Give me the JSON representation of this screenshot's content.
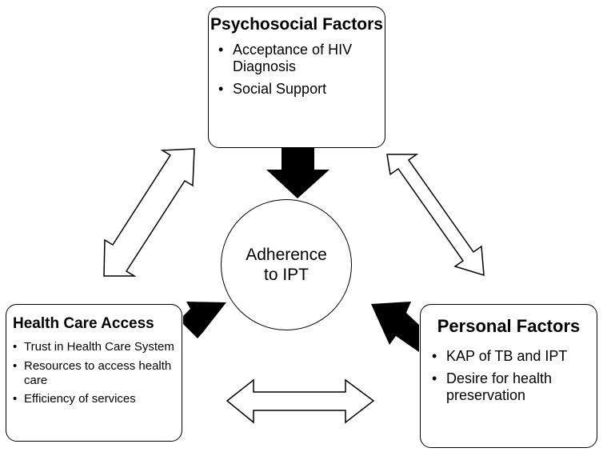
{
  "center": {
    "label": "Adherence to IPT"
  },
  "boxes": {
    "psychosocial": {
      "title": "Psychosocial Factors",
      "items": [
        "Acceptance of HIV Diagnosis",
        "Social Support"
      ]
    },
    "health_care": {
      "title": "Health Care Access",
      "items": [
        "Trust in Health Care System",
        "Resources to access health care",
        "Efficiency of services"
      ]
    },
    "personal": {
      "title": "Personal Factors",
      "items": [
        "KAP of TB and IPT",
        "Desire for health preservation"
      ]
    }
  },
  "arrows": [
    {
      "from": "psychosocial",
      "to": "center",
      "style": "solid"
    },
    {
      "from": "health_care",
      "to": "center",
      "style": "solid"
    },
    {
      "from": "personal",
      "to": "center",
      "style": "solid"
    },
    {
      "from": "psychosocial",
      "to": "health_care",
      "style": "outline-bidirectional"
    },
    {
      "from": "psychosocial",
      "to": "personal",
      "style": "outline-bidirectional"
    },
    {
      "from": "health_care",
      "to": "personal",
      "style": "outline-bidirectional"
    }
  ],
  "colors": {
    "solid_arrow": "#000000",
    "outline_arrow_fill": "#ffffff",
    "stroke": "#000000"
  }
}
